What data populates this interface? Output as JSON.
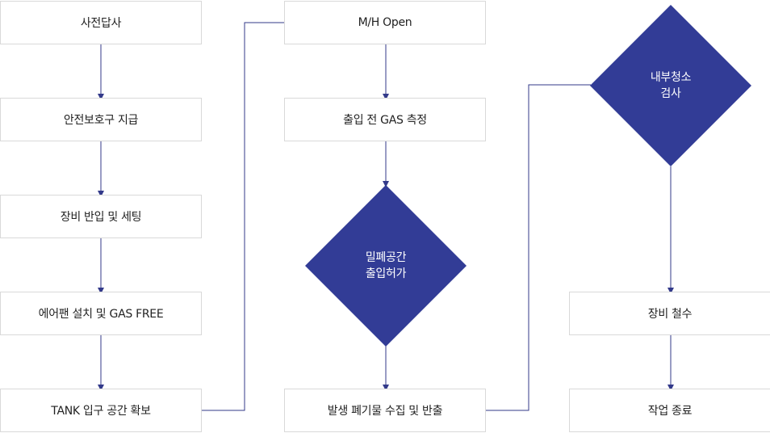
{
  "colors": {
    "diamond": "#323c96",
    "line": "#333a8a",
    "border": "#d9d9d9",
    "text": "#222222"
  },
  "steps": [
    "사전답사",
    "안전보호구 지급",
    "장비 반입 및 세팅",
    "에어팬 설치 및 GAS FREE",
    "TANK 입구 공간 확보",
    "M/H Open",
    "출입 전 GAS 측정",
    "발생 폐기물 수집 및 반출",
    "장비 철수",
    "작업 종료"
  ],
  "decisions": [
    {
      "line1": "밀폐공간",
      "line2": "출입허가"
    },
    {
      "line1": "내부청소",
      "line2": "검사"
    }
  ]
}
